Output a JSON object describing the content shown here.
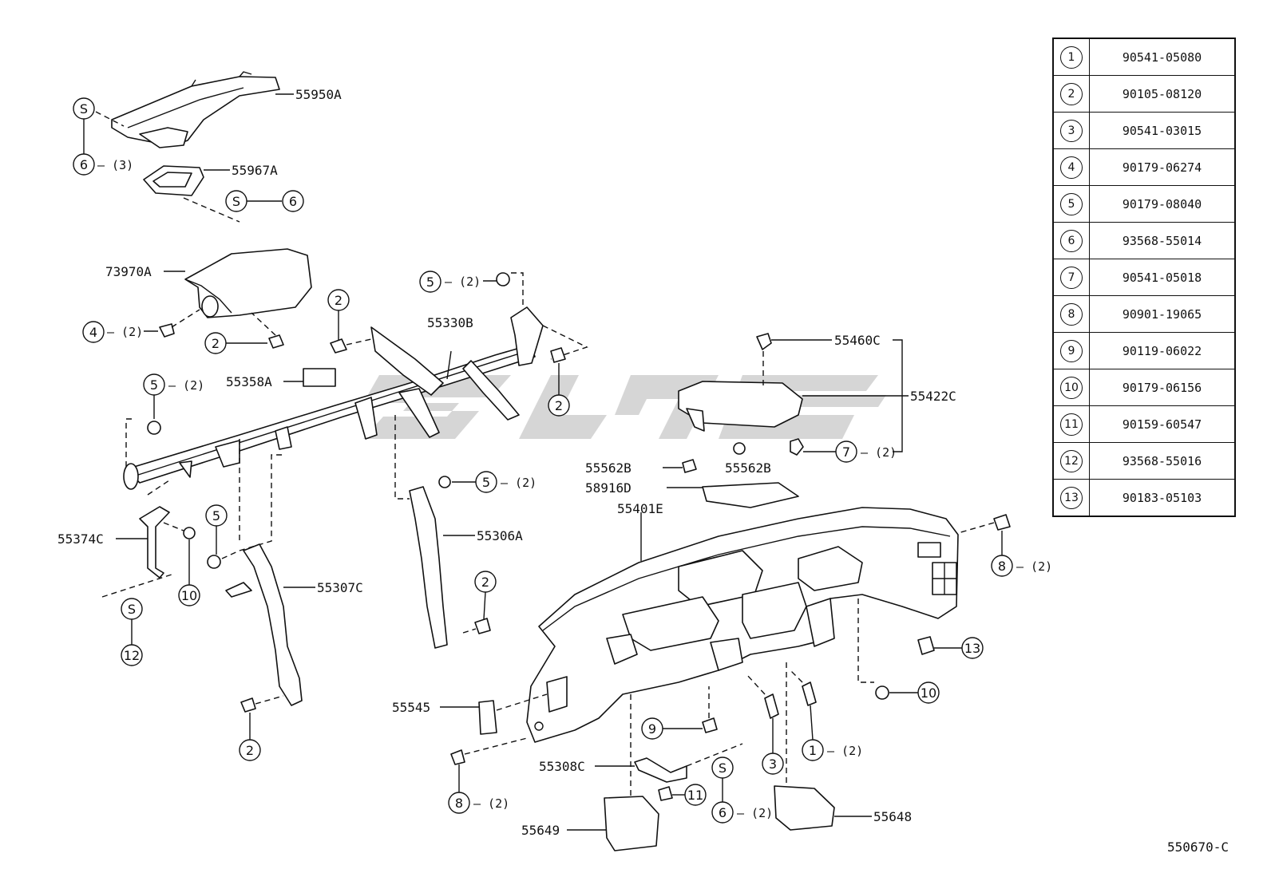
{
  "callouts": {
    "c55950A": "55950A",
    "c55967A": "55967A",
    "c73970A": "73970A",
    "c55330B": "55330B",
    "c55358A": "55358A",
    "c55460C": "55460C",
    "c55422C": "55422C",
    "c55562B_left": "55562B",
    "c55562B_right": "55562B",
    "c58916D": "58916D",
    "c55401E": "55401E",
    "c55374C": "55374C",
    "c55306A": "55306A",
    "c55307C": "55307C",
    "c55545": "55545",
    "c55308C": "55308C",
    "c55649": "55649",
    "c55648": "55648"
  },
  "markers": {
    "s": "S",
    "n1": "1",
    "n2": "2",
    "n3": "3",
    "n4": "4",
    "n5": "5",
    "n6": "6",
    "n7": "7",
    "n8": "8",
    "n9": "9",
    "n10": "10",
    "n11": "11",
    "n12": "12",
    "n13": "13"
  },
  "quantities": {
    "q3": "– (3)",
    "q2": "– (2)"
  },
  "parts_table": [
    {
      "index": "1",
      "part_no": "90541-05080"
    },
    {
      "index": "2",
      "part_no": "90105-08120"
    },
    {
      "index": "3",
      "part_no": "90541-03015"
    },
    {
      "index": "4",
      "part_no": "90179-06274"
    },
    {
      "index": "5",
      "part_no": "90179-08040"
    },
    {
      "index": "6",
      "part_no": "93568-55014"
    },
    {
      "index": "7",
      "part_no": "90541-05018"
    },
    {
      "index": "8",
      "part_no": "90901-19065"
    },
    {
      "index": "9",
      "part_no": "90119-06022"
    },
    {
      "index": "10",
      "part_no": "90179-06156"
    },
    {
      "index": "11",
      "part_no": "90159-60547"
    },
    {
      "index": "12",
      "part_no": "93568-55016"
    },
    {
      "index": "13",
      "part_no": "90183-05103"
    }
  ],
  "drawing_code": "550670-C",
  "colors": {
    "line": "#111111",
    "watermark": "#cfcfcf",
    "background": "#ffffff"
  }
}
